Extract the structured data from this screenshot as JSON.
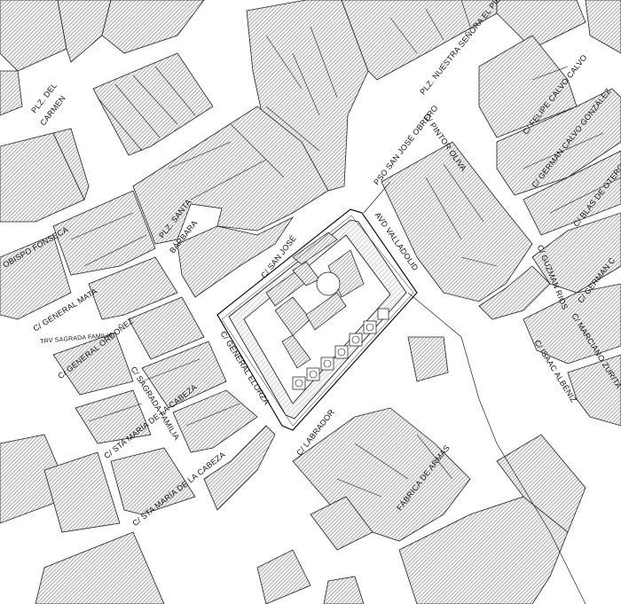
{
  "map": {
    "streets": {
      "nuestra_senora_pilar": "PLZ. NUESTRA SEÑORA EL PILAR",
      "pintor_oliva": "C/ PINTOR OLIVA",
      "felipe_calvo": "C/ FELIPE CALVO CALVO",
      "german_calvo_gonzalez": "C/ GERMAN CALVO GONZÁLEZ",
      "blas_de_otero": "C/ BLAS DE OTERO",
      "pso_san_jose_obrero": "PSO SAN JOSÉ OBRERO",
      "avd_valladolid": "AVD VALLADOLID",
      "guzman_rios": "C/ GUZMAN RIOS",
      "german_calvo": "C/ GERMAN C",
      "marciano_zurita": "C/ MARCIANO ZURITA",
      "isaac_albeniz": "C/ ISAAC ALBÉNIZ",
      "san_jose": "C/ SAN JOSÉ",
      "general_elorza": "C/ GENERAL ELORZA",
      "labrador": "C/ LABRADOR",
      "general_mata": "C/ GENERAL MATA",
      "general_ordonez": "C/ GENERAL ORDOÑEZ",
      "trv_sagrada_familia": "TRV SAGRADA FAMILIA",
      "sagrada_familia": "C/ SAGRADA FAMILIA",
      "sta_maria_cabeza_1": "C/ STA MARÍA DE LA CABEZA",
      "sta_maria_cabeza_2": "C/ STA MARÍA DE LA CABEZA",
      "obispo_fonseca": "OBISPO FONSECA"
    },
    "places": {
      "plz_carmen_1": "PLZ. DEL",
      "plz_carmen_2": "CARMEN",
      "plz_santa_barbara_1": "PLZ. SANTA",
      "plz_santa_barbara_2": "BÁRBARA",
      "fabrica_armas": "FÁBRICA DE ARMAS"
    },
    "colors": {
      "building_fill": "#f4f4f4",
      "hatch": "#555555",
      "outline": "#222222"
    }
  }
}
